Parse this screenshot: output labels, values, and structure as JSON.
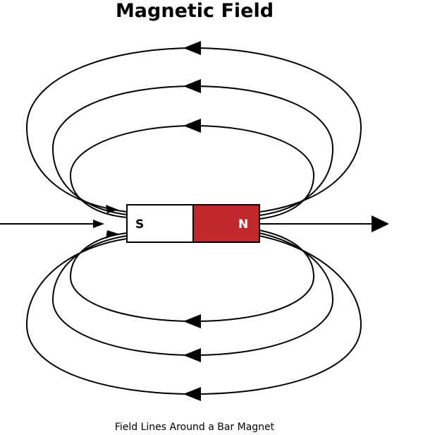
{
  "title": "Magnetic Field",
  "caption": "Field Lines Around a Bar Magnet",
  "magnet": {
    "south_label": "S",
    "north_label": "N",
    "south_color": "#ffffff",
    "north_color": "#c2272d",
    "outline_color": "#000000"
  },
  "field_line_color": "#000000"
}
